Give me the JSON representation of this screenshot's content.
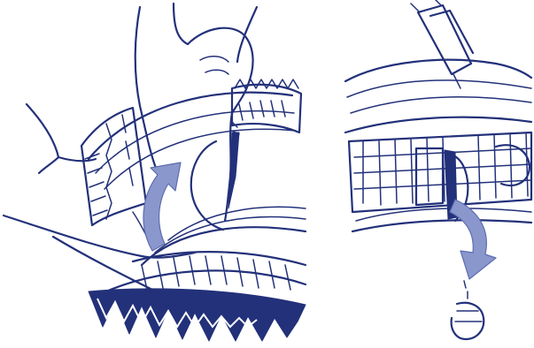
{
  "figure": {
    "panels": [
      {
        "subject": "hand-rotating-gear-ring",
        "arrow_direction": "counter-clockwise-upward"
      },
      {
        "subject": "gear-ring-with-insert-tool",
        "arrow_direction": "clockwise-downward"
      }
    ],
    "icons": [
      "curved-rotation-arrow",
      "curved-rotation-arrow"
    ],
    "colors": {
      "ink": "#23317a",
      "arrow": "#8a97cc",
      "arrow_edge": "#5d6cb0",
      "background": "#ffffff"
    }
  }
}
